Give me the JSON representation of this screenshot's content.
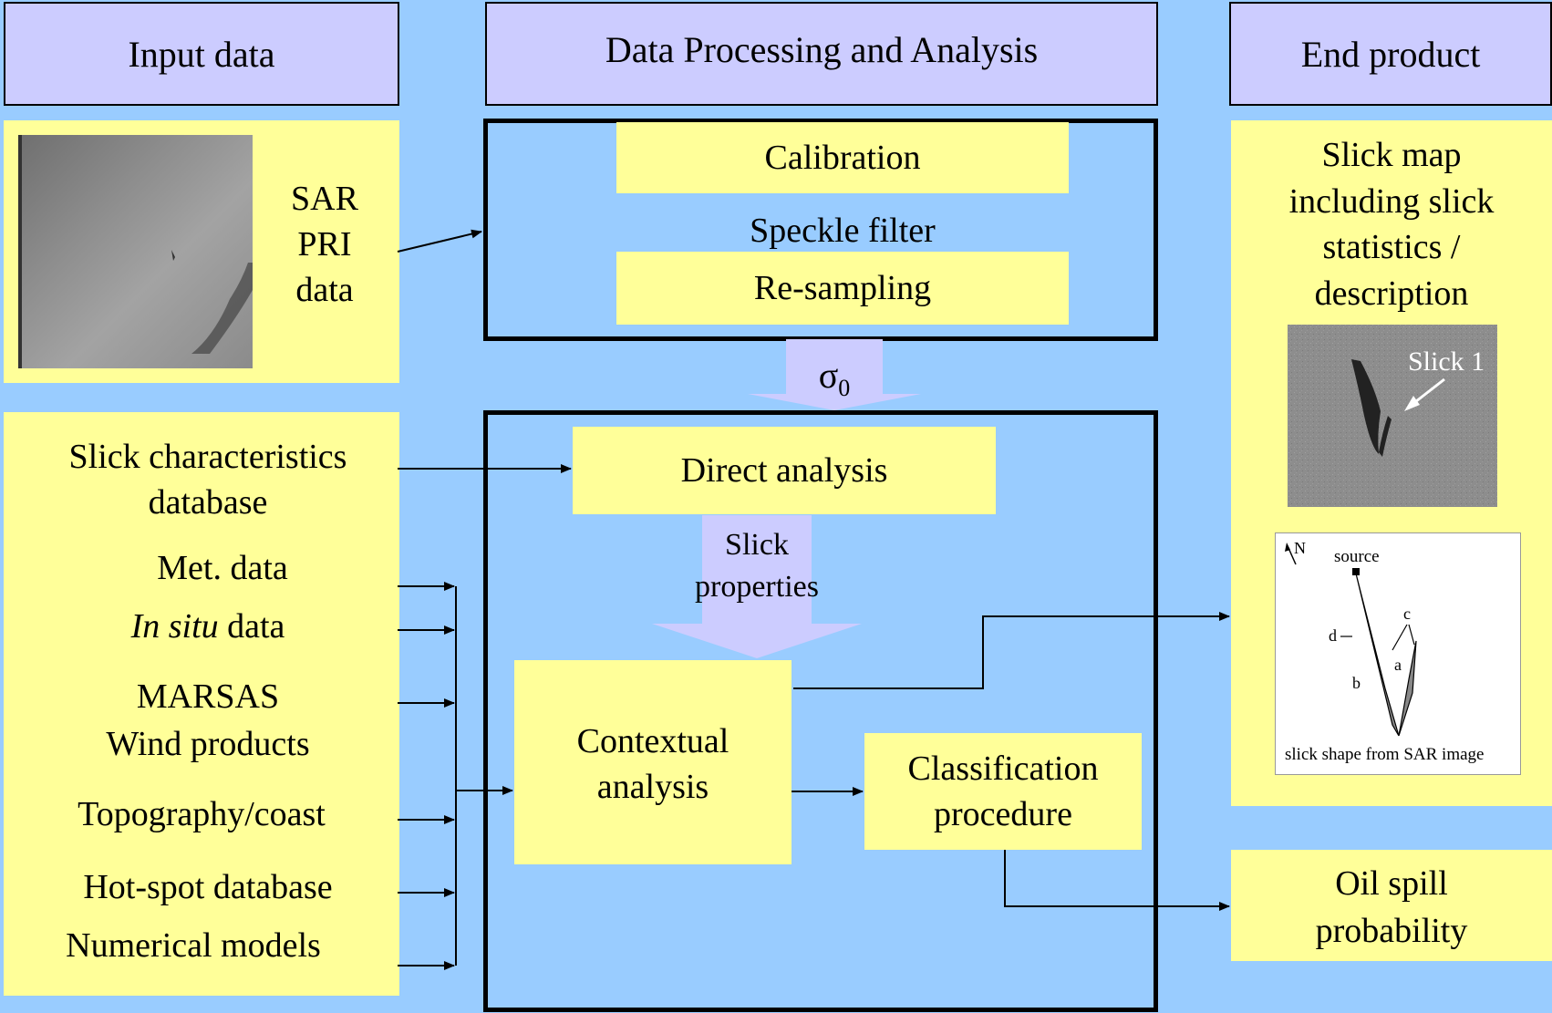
{
  "headers": {
    "input": "Input data",
    "processing": "Data Processing and Analysis",
    "end": "End product"
  },
  "sar_input": {
    "lines": [
      "SAR",
      "PRI",
      "data"
    ]
  },
  "preprocessing": {
    "calibration": "Calibration",
    "speckle": "Speckle filter",
    "resampling": "Re-sampling"
  },
  "sigma": {
    "symbol": "σ",
    "subscript": "0"
  },
  "analysis": {
    "direct": "Direct analysis",
    "slick_properties": [
      "Slick",
      "properties"
    ],
    "contextual": [
      "Contextual",
      "analysis"
    ],
    "classification": [
      "Classification",
      "procedure"
    ]
  },
  "inputs": {
    "slick_db": [
      "Slick characteristics",
      "database"
    ],
    "met": "Met. data",
    "insitu_italic": "In situ",
    "insitu_rest": " data",
    "marsas": [
      "MARSAS",
      "Wind products"
    ],
    "topography": "Topography/coast",
    "hotspot": "Hot-spot database",
    "numerical": "Numerical models"
  },
  "end_products": {
    "slick_map": [
      "Slick map",
      "including slick",
      "statistics /",
      "description"
    ],
    "slick_label": "Slick 1",
    "sketch": {
      "north": "N",
      "source": "source",
      "a": "a",
      "b": "b",
      "c": "c",
      "d": "d",
      "caption": "slick shape from SAR image"
    },
    "oil_spill": [
      "Oil spill",
      "probability"
    ]
  },
  "colors": {
    "background": "#99ccff",
    "header": "#ccccff",
    "box": "#ffff99",
    "arrow_block": "#ccccff"
  }
}
